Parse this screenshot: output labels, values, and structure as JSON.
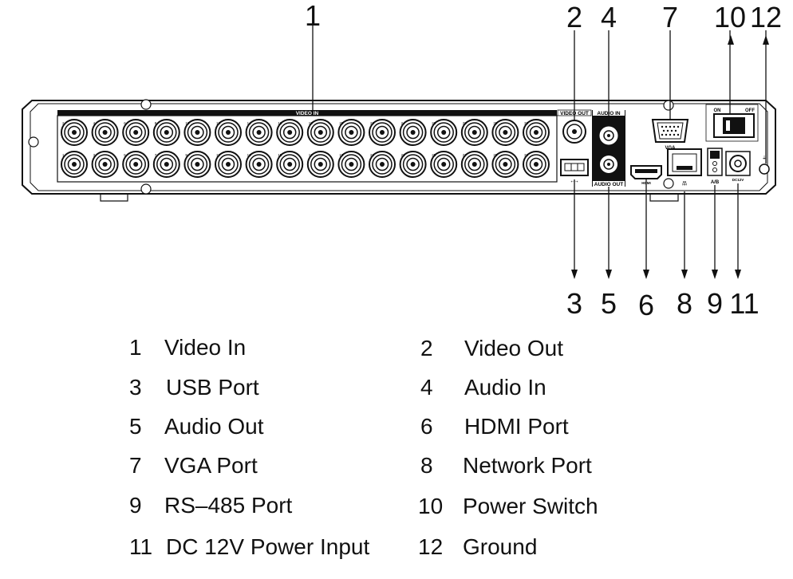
{
  "panel": {
    "video_in": "VIDEO IN",
    "video_out": "VIDEO OUT",
    "audio_in": "AUDIO IN",
    "audio_out": "AUDIO OUT",
    "vga": "VGA",
    "on": "ON",
    "off": "OFF",
    "ab": "A/B",
    "dc12v": "DC12V",
    "hdmi": "HDMI",
    "bnc_top_numbers": [
      "2",
      "4",
      "6",
      "8",
      "10",
      "12",
      "14",
      "16",
      "18",
      "20",
      "22",
      "24",
      "26",
      "28",
      "30",
      "32"
    ],
    "bnc_bottom_numbers": [
      "1",
      "3",
      "5",
      "7",
      "9",
      "11",
      "13",
      "15",
      "17",
      "19",
      "21",
      "23",
      "25",
      "27",
      "29",
      "31"
    ]
  },
  "callouts": {
    "c1": "1",
    "c2": "2",
    "c4": "4",
    "c7": "7",
    "c10": "10",
    "c12": "12",
    "c3": "3",
    "c5": "5",
    "c6": "6",
    "c8": "8",
    "c9": "9",
    "c11": "11"
  },
  "legend": [
    {
      "num": "1",
      "label": "Video In"
    },
    {
      "num": "2",
      "label": "Video Out"
    },
    {
      "num": "3",
      "label": "USB Port"
    },
    {
      "num": "4",
      "label": "Audio In"
    },
    {
      "num": "5",
      "label": "Audio Out"
    },
    {
      "num": "6",
      "label": "HDMI Port"
    },
    {
      "num": "7",
      "label": "VGA Port"
    },
    {
      "num": "8",
      "label": "Network Port"
    },
    {
      "num": "9",
      "label": "RS–485 Port"
    },
    {
      "num": "10",
      "label": "Power Switch"
    },
    {
      "num": "11",
      "label": "DC 12V Power Input"
    },
    {
      "num": "12",
      "label": "Ground"
    }
  ]
}
